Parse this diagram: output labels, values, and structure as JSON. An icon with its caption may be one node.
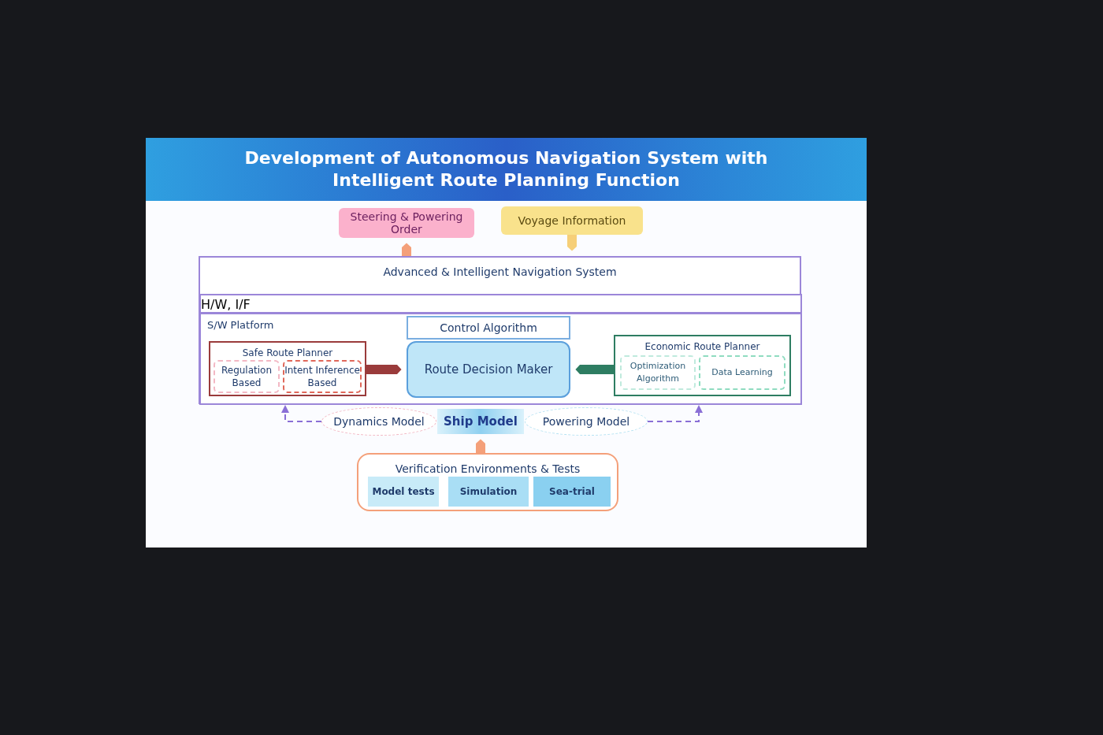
{
  "diagram": {
    "title": "Development of Autonomous Navigation System with Intelligent Route Planning Function",
    "nodes": [
      {
        "text": [
          "Steering & Powering Order"
        ]
      },
      {
        "text": [
          "Voyage Information"
        ]
      },
      {
        "text": [
          "Advanced & Intelligent Navigation System"
        ]
      },
      {
        "text": [
          "H/W, I/F"
        ],
        "in": 2
      },
      {
        "text": [
          "S/W Platform"
        ],
        "in": 2
      },
      {
        "text": [
          "Control Algorithm"
        ],
        "in": 4
      },
      {
        "text": [
          "Route Decision Maker"
        ],
        "in": 4
      },
      {
        "text": [
          "Safe Route Planner"
        ],
        "in": 4
      },
      {
        "text": [
          "Regulation Based"
        ],
        "in": 7
      },
      {
        "text": [
          "Intent Inference Based"
        ],
        "in": 7
      },
      {
        "text": [
          "Economic Route Planner"
        ],
        "in": 4
      },
      {
        "text": [
          "Optimization Algorithm"
        ],
        "in": 10
      },
      {
        "text": [
          "Data Learning"
        ],
        "in": 10
      },
      {
        "text": [
          "Ship Model"
        ]
      },
      {
        "text": [
          "Dynamics Model"
        ]
      },
      {
        "text": [
          "Powering Model"
        ]
      },
      {
        "text": [
          "Verification Environments & Tests"
        ]
      },
      {
        "text": [
          "Model tests"
        ],
        "in": 16
      },
      {
        "text": [
          "Simulation"
        ],
        "in": 16
      },
      {
        "text": [
          "Sea-trial"
        ],
        "in": 16
      }
    ],
    "edges": [
      {
        "from": 2,
        "to": 0,
        "arrow": "to",
        "color": "#f4a07a"
      },
      {
        "from": 1,
        "to": 2,
        "arrow": "to",
        "color": "#f6cf78"
      },
      {
        "from": 7,
        "to": 6,
        "arrow": "to",
        "color": "#9a3b3b"
      },
      {
        "from": 10,
        "to": 6,
        "arrow": "to",
        "color": "#2e7d62"
      },
      {
        "from": 14,
        "to": 4,
        "arrow": "to",
        "style": "dashed",
        "color": "#8a6fd6"
      },
      {
        "from": 15,
        "to": 4,
        "arrow": "to",
        "style": "dashed",
        "color": "#8a6fd6"
      },
      {
        "from": 16,
        "to": 13,
        "arrow": "to",
        "color": "#f4a07a"
      }
    ]
  }
}
